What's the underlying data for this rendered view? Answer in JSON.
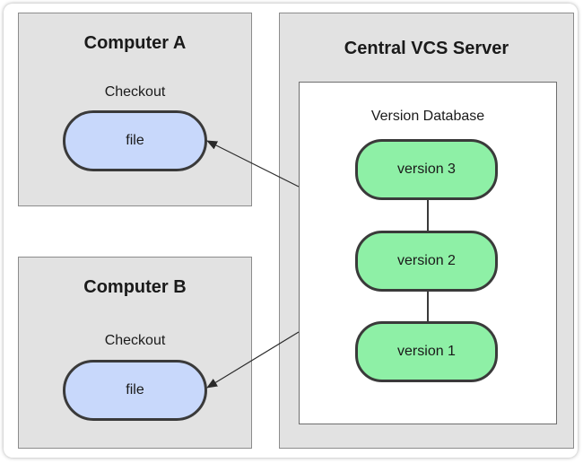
{
  "computer_a": {
    "title": "Computer A",
    "checkout_label": "Checkout",
    "file_label": "file"
  },
  "computer_b": {
    "title": "Computer B",
    "checkout_label": "Checkout",
    "file_label": "file"
  },
  "server": {
    "title": "Central VCS Server",
    "database_label": "Version Database",
    "versions": [
      "version 3",
      "version 2",
      "version 1"
    ]
  },
  "colors": {
    "panel": "#e2e2e2",
    "file_fill": "#c8d8fb",
    "version_fill": "#8ef0a6",
    "outline": "#3a3a3a"
  }
}
